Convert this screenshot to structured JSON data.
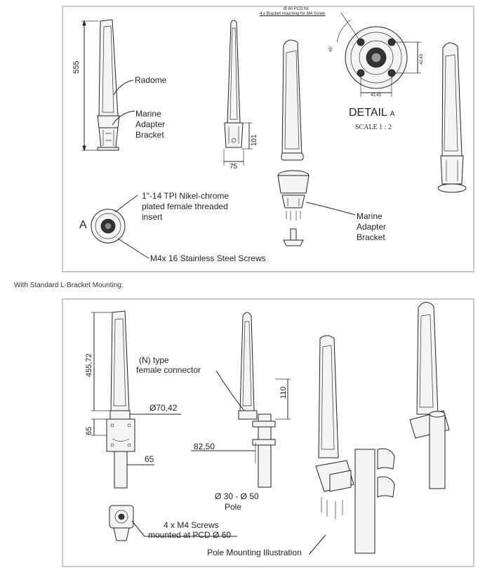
{
  "section_caption": "With Standard L-Bracket Mounting:",
  "top_drawing": {
    "dim_height": "555",
    "label_radome": "Radome",
    "label_bracket_1": "Marine",
    "label_bracket_2": "Adapter",
    "label_bracket_3": "Bracket",
    "dim_101": "101",
    "dim_75": "75",
    "insert_1": "1\"-14 TPI Nikel-chrome",
    "insert_2": "plated female threaded",
    "insert_3": "insert",
    "detail_marker": "A",
    "screws_label": "M4x 16 Stainless Steel Screws",
    "pcd_note_1": "Ø 60 PCD for",
    "pcd_note_2": "4 x Bracket mounting for M4 Screw",
    "angle": "45°",
    "dim_4243_v": "42,43",
    "dim_4243_h": "42,43",
    "detail_title": "DETAIL",
    "detail_letter": "A",
    "detail_scale": "SCALE 1 : 2",
    "bracket2_1": "Marine",
    "bracket2_2": "Adapter",
    "bracket2_3": "Bracket"
  },
  "bottom_drawing": {
    "dim_45572": "455,72",
    "dim_65_v": "65",
    "dim_7042": "Ø70,42",
    "dim_65_h": "65",
    "connector_1": "(N) type",
    "connector_2": "female connector",
    "dim_110": "110",
    "dim_8250": "82,50",
    "pole_1": "Ø 30 - Ø 50",
    "pole_2": "Pole",
    "screws_1": "4 x M4 Screws",
    "screws_2": "mounted at PCD Ø 60",
    "pole_illustration": "Pole Mounting Illustration"
  }
}
